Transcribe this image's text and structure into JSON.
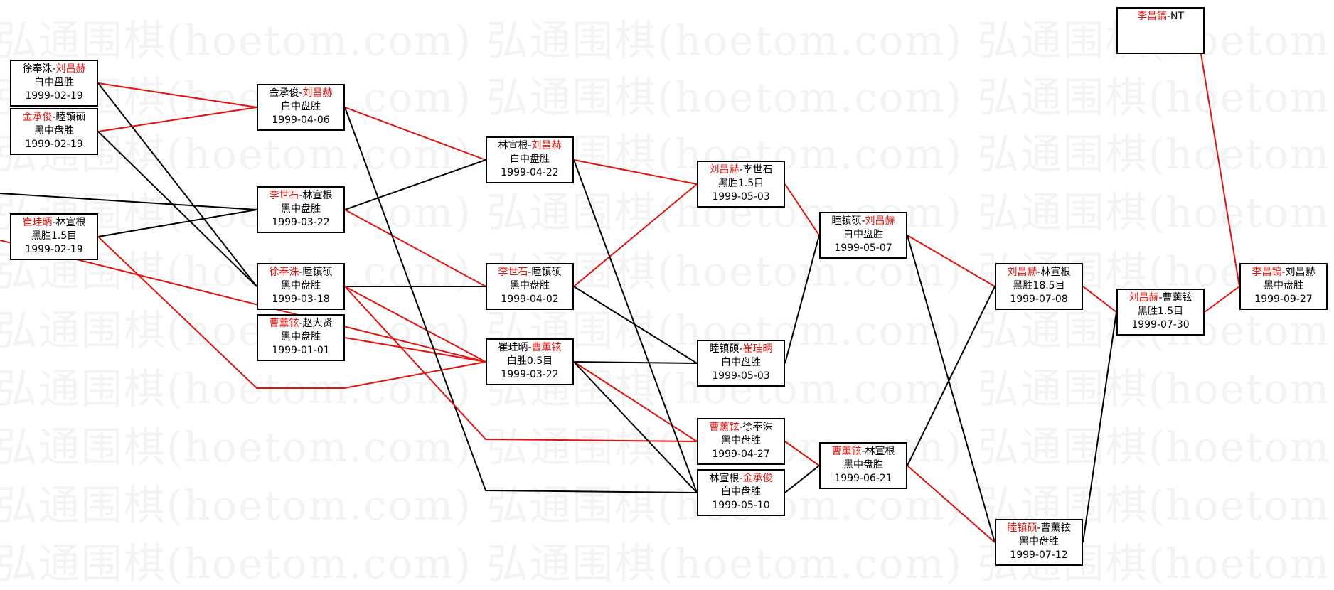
{
  "watermark": "弘通围棋(hoetom.com)",
  "colors": {
    "winner": "#e3120b",
    "line": "#000000",
    "watermark": "#f3f3f3"
  },
  "matches": [
    {
      "id": "r1a",
      "p1": "徐奉洙",
      "p2": "刘昌赫",
      "winner": 2,
      "result": "白中盘胜",
      "date": "1999-02-19"
    },
    {
      "id": "r1b",
      "p1": "金承俊",
      "p2": "睦镇硕",
      "winner": 1,
      "result": "黑中盘胜",
      "date": "1999-02-19"
    },
    {
      "id": "r1c",
      "p1": "崔珪昞",
      "p2": "林宣根",
      "winner": 1,
      "result": "黑胜1.5目",
      "date": "1999-02-19"
    },
    {
      "id": "r2a",
      "p1": "金承俊",
      "p2": "刘昌赫",
      "winner": 2,
      "result": "白中盘胜",
      "date": "1999-04-06"
    },
    {
      "id": "r2b",
      "p1": "李世石",
      "p2": "林宣根",
      "winner": 1,
      "result": "黑中盘胜",
      "date": "1999-03-22"
    },
    {
      "id": "r2c",
      "p1": "徐奉洙",
      "p2": "睦镇硕",
      "winner": 1,
      "result": "黑中盘胜",
      "date": "1999-03-18"
    },
    {
      "id": "r2d",
      "p1": "曹薰铉",
      "p2": "赵大贤",
      "winner": 1,
      "result": "黑中盘胜",
      "date": "1999-01-01"
    },
    {
      "id": "r3a",
      "p1": "林宣根",
      "p2": "刘昌赫",
      "winner": 2,
      "result": "白中盘胜",
      "date": "1999-04-22"
    },
    {
      "id": "r3b",
      "p1": "李世石",
      "p2": "睦镇硕",
      "winner": 1,
      "result": "黑中盘胜",
      "date": "1999-04-02"
    },
    {
      "id": "r3c",
      "p1": "崔珪昞",
      "p2": "曹薰铉",
      "winner": 2,
      "result": "白胜0.5目",
      "date": "1999-03-22"
    },
    {
      "id": "r4a",
      "p1": "刘昌赫",
      "p2": "李世石",
      "winner": 1,
      "result": "黑胜1.5目",
      "date": "1999-05-03"
    },
    {
      "id": "r4b",
      "p1": "睦镇硕",
      "p2": "崔珪昞",
      "winner": 2,
      "result": "白中盘胜",
      "date": "1999-05-03"
    },
    {
      "id": "r4c",
      "p1": "曹薰铉",
      "p2": "徐奉洙",
      "winner": 1,
      "result": "黑中盘胜",
      "date": "1999-04-27"
    },
    {
      "id": "r4d",
      "p1": "林宣根",
      "p2": "金承俊",
      "winner": 2,
      "result": "白中盘胜",
      "date": "1999-05-10"
    },
    {
      "id": "r5a",
      "p1": "睦镇硕",
      "p2": "刘昌赫",
      "winner": 2,
      "result": "白中盘胜",
      "date": "1999-05-07"
    },
    {
      "id": "r5b",
      "p1": "曹薰铉",
      "p2": "林宣根",
      "winner": 1,
      "result": "黑中盘胜",
      "date": "1999-06-21"
    },
    {
      "id": "r6a",
      "p1": "刘昌赫",
      "p2": "林宣根",
      "winner": 1,
      "result": "黑胜18.5目",
      "date": "1999-07-08"
    },
    {
      "id": "r6b",
      "p1": "睦镇硕",
      "p2": "曹薰铉",
      "winner": 1,
      "result": "黑中盘胜",
      "date": "1999-07-12"
    },
    {
      "id": "r7a",
      "p1": "刘昌赫",
      "p2": "曹薰铉",
      "winner": 1,
      "result": "黑胜1.5目",
      "date": "1999-07-30"
    },
    {
      "id": "r8a",
      "p1": "李昌镐",
      "p2": "刘昌赫",
      "winner": 1,
      "result": "黑中盘胜",
      "date": "1999-09-27"
    },
    {
      "id": "seed",
      "p1": "李昌镐",
      "p2": "NT",
      "winner": 1,
      "result": "",
      "date": ""
    }
  ],
  "links": [
    {
      "from": "r1a",
      "to": "r2a",
      "win": true
    },
    {
      "from": "r1b",
      "to": "r2a",
      "win": true
    },
    {
      "from": "r1a",
      "to": "r2c",
      "win": false
    },
    {
      "from": "r1b",
      "to": "r2c",
      "win": false
    },
    {
      "from": "r1c",
      "to": "r2b",
      "win": false
    },
    {
      "from": "offscreen",
      "to": "r2b",
      "win": false
    },
    {
      "from": "r1c",
      "to": "r3c",
      "win": true
    },
    {
      "from": "offscreen",
      "to": "r3c",
      "win": true
    },
    {
      "from": "r2a",
      "to": "r3a",
      "win": true
    },
    {
      "from": "r2b",
      "to": "r3a",
      "win": false
    },
    {
      "from": "r2b",
      "to": "r3b",
      "win": true
    },
    {
      "from": "r2c",
      "to": "r3b",
      "win": false
    },
    {
      "from": "r2c",
      "to": "r3c",
      "win": true
    },
    {
      "from": "r2d",
      "to": "r3c",
      "win": true
    },
    {
      "from": "r2a",
      "to": "r4d",
      "win": false
    },
    {
      "from": "r2c",
      "to": "r4c",
      "win": true
    },
    {
      "from": "r3a",
      "to": "r4a",
      "win": true
    },
    {
      "from": "r3b",
      "to": "r4a",
      "win": true
    },
    {
      "from": "r3b",
      "to": "r4b",
      "win": false
    },
    {
      "from": "r3c",
      "to": "r4b",
      "win": false
    },
    {
      "from": "r3c",
      "to": "r4c",
      "win": true
    },
    {
      "from": "r3a",
      "to": "r4d",
      "win": false
    },
    {
      "from": "r3c",
      "to": "r4d",
      "win": false
    },
    {
      "from": "r4a",
      "to": "r5a",
      "win": true
    },
    {
      "from": "r4b",
      "to": "r5a",
      "win": false
    },
    {
      "from": "r4c",
      "to": "r5b",
      "win": true
    },
    {
      "from": "r4d",
      "to": "r5b",
      "win": false
    },
    {
      "from": "r5a",
      "to": "r6a",
      "win": true
    },
    {
      "from": "r5b",
      "to": "r6a",
      "win": false
    },
    {
      "from": "r5a",
      "to": "r6b",
      "win": false
    },
    {
      "from": "r5b",
      "to": "r6b",
      "win": true
    },
    {
      "from": "r6a",
      "to": "r7a",
      "win": true
    },
    {
      "from": "r6b",
      "to": "r7a",
      "win": false
    },
    {
      "from": "r7a",
      "to": "r8a",
      "win": true
    },
    {
      "from": "seed",
      "to": "r8a",
      "win": true
    }
  ]
}
